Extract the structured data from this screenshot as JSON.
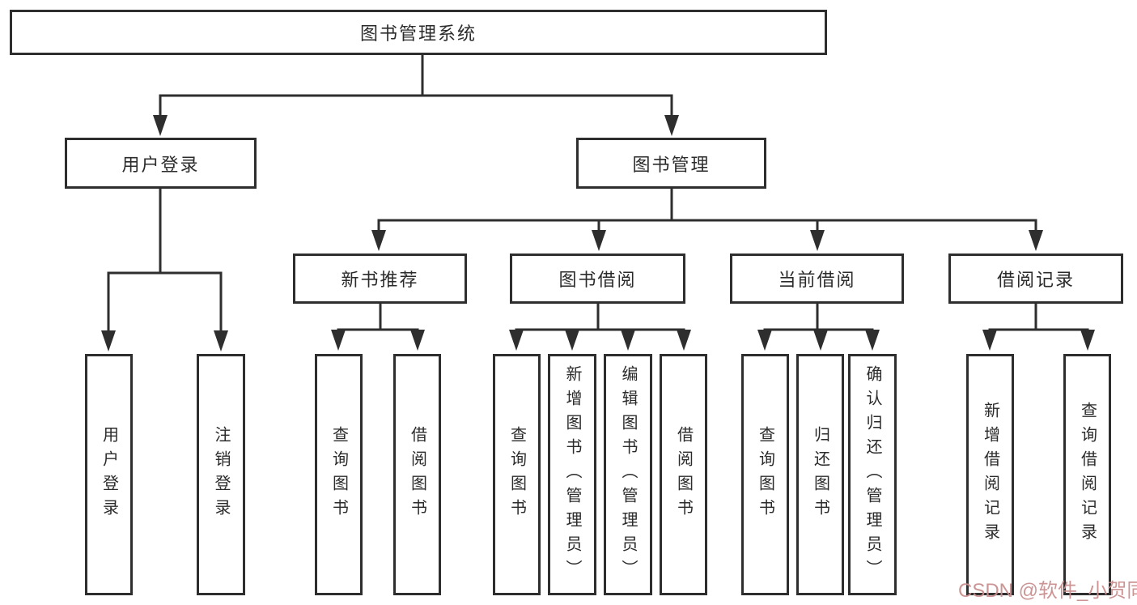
{
  "tree": {
    "root": "图书管理系统",
    "branches": [
      {
        "label": "用户登录",
        "children": [
          "用户登录",
          "注销登录"
        ]
      },
      {
        "label": "图书管理",
        "children": [
          {
            "label": "新书推荐",
            "children": [
              "查询图书",
              "借阅图书"
            ]
          },
          {
            "label": "图书借阅",
            "children": [
              "查询图书",
              "新增图书（管理员）",
              "编辑图书（管理员）",
              "借阅图书"
            ]
          },
          {
            "label": "当前借阅",
            "children": [
              "查询图书",
              "归还图书",
              "确认归还（管理员）"
            ]
          },
          {
            "label": "借阅记录",
            "children": [
              "新增借阅记录",
              "查询借阅记录"
            ]
          }
        ]
      }
    ]
  },
  "watermark": {
    "text": "CSDN @软件_小贺同学",
    "color": "#c98f8f"
  },
  "colors": {
    "line": "#2e2e2e",
    "box_border": "#2e2e2e",
    "box_background": "#ffffff",
    "text": "#2b2b2b",
    "background": "#ffffff"
  }
}
